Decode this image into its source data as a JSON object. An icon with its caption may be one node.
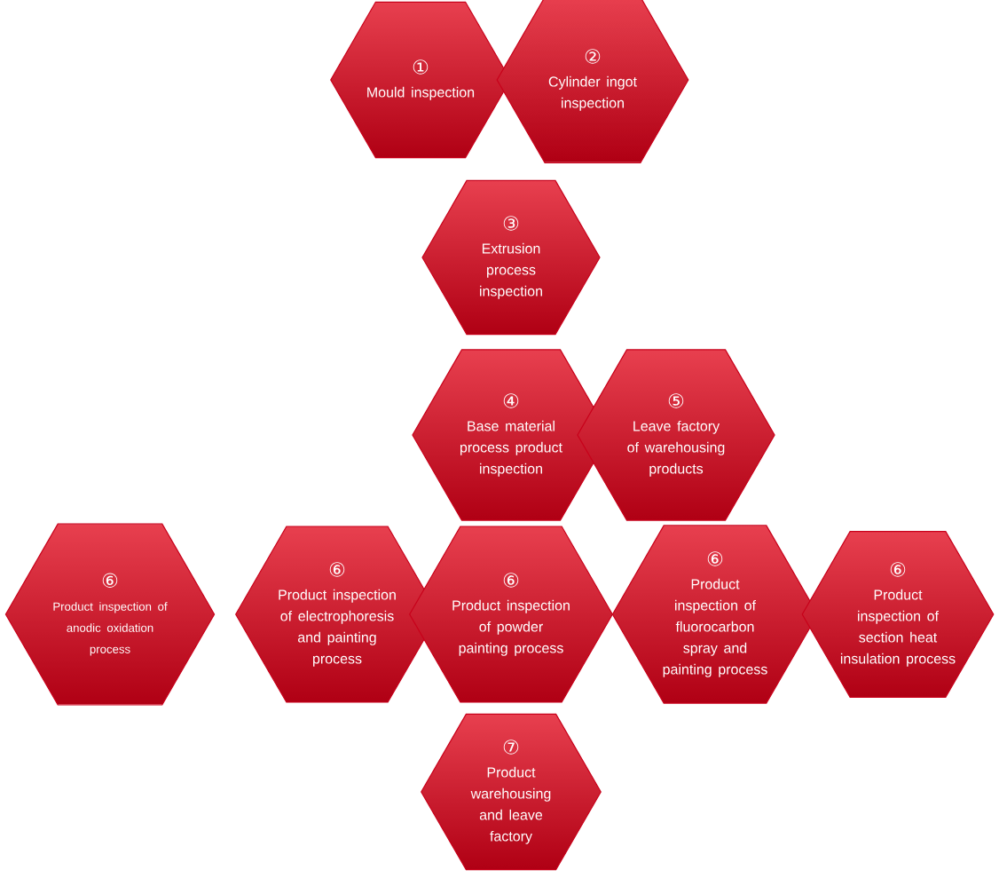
{
  "diagram": {
    "nodes": [
      {
        "text": [
          "①",
          "Mould inspection"
        ]
      },
      {
        "text": [
          "②",
          "Cylinder ingot inspection"
        ]
      },
      {
        "text": [
          "③",
          "Extrusion process inspection"
        ]
      },
      {
        "text": [
          "④",
          "Base material process product inspection"
        ]
      },
      {
        "text": [
          "⑤",
          "Leave factory of warehousing products"
        ]
      },
      {
        "text": [
          "⑥",
          "Product inspection of anodic oxidation process"
        ]
      },
      {
        "text": [
          "⑥",
          "Product inspection of electrophoresis and painting process"
        ]
      },
      {
        "text": [
          "⑥",
          "Product inspection of powder painting process"
        ]
      },
      {
        "text": [
          "⑥",
          "Product inspection of fluorocarbon spray and painting process"
        ]
      },
      {
        "text": [
          "⑥",
          "Product inspection of section heat insulation process"
        ]
      },
      {
        "text": [
          "⑦",
          "Product warehousing and leave factory"
        ]
      }
    ]
  }
}
